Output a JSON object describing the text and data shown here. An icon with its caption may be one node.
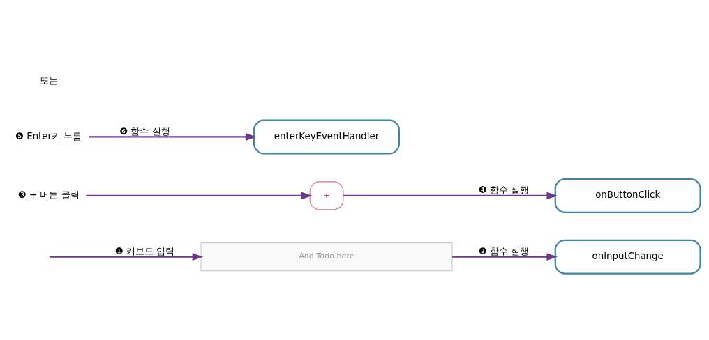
{
  "diagram": {
    "nodes": [
      {
        "text": [
          "Add Todo here"
        ]
      },
      {
        "text": [
          "+"
        ]
      },
      {
        "text": [
          "onInputChange"
        ]
      },
      {
        "text": [
          "onButtonClick"
        ]
      },
      {
        "text": [
          "enterKeyEventHandler"
        ]
      },
      {
        "text": [
          "❸ + 버튼 클릭"
        ]
      },
      {
        "text": [
          "❺ Enter키 누름"
        ]
      }
    ],
    "edges": [
      {
        "from": null,
        "to": 0,
        "arrow": "to",
        "label": "❶ 키보드 입력"
      },
      {
        "from": 0,
        "to": 2,
        "arrow": "to",
        "label": "❷ 함수 실행"
      },
      {
        "from": 5,
        "to": 1,
        "arrow": "to"
      },
      {
        "from": 1,
        "to": 3,
        "arrow": "to",
        "label": "❹ 함수 실행"
      },
      {
        "from": 6,
        "to": 4,
        "arrow": "to",
        "label": "❻ 함수 실행"
      }
    ],
    "labels": [
      "또는"
    ]
  }
}
